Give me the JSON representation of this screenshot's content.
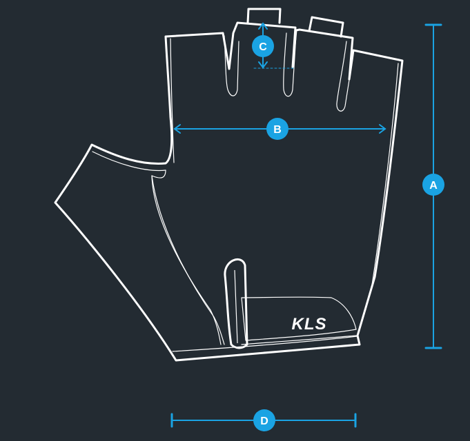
{
  "diagram": {
    "brand_logo": "KLS",
    "labels": {
      "a": "A",
      "b": "B",
      "c": "C",
      "d": "D"
    },
    "colors": {
      "background": "#232b32",
      "outline": "#ffffff",
      "dimension": "#1aa3e3",
      "badge_text": "#ffffff"
    }
  }
}
